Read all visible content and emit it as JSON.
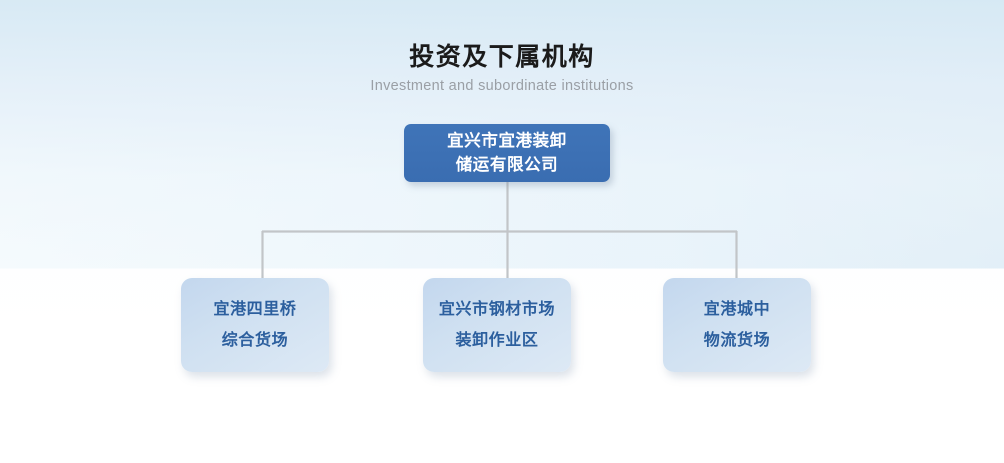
{
  "header": {
    "title": "投资及下属机构",
    "subtitle": "Investment and subordinate institutions"
  },
  "org_chart": {
    "root": {
      "name": "宜兴市宜港装卸储运有限公司",
      "lines": [
        "宜兴市宜港装卸",
        "储运有限公司"
      ],
      "box_color": "#3a6db1",
      "text_color": "#ffffff"
    },
    "children": [
      {
        "name": "宜港四里桥综合货场",
        "lines": [
          "宜港四里桥",
          "综合货场"
        ],
        "box_color": "#cbdcf0",
        "text_color": "#2c5f9e"
      },
      {
        "name": "宜兴市钢材市场装卸作业区",
        "lines": [
          "宜兴市钢材市场",
          "装卸作业区"
        ],
        "box_color": "#cbdcf0",
        "text_color": "#2c5f9e"
      },
      {
        "name": "宜港城中物流货场",
        "lines": [
          "宜港城中",
          "物流货场"
        ],
        "box_color": "#cbdcf0",
        "text_color": "#2c5f9e"
      }
    ],
    "connector_color": "#c2c5c8"
  },
  "theme": {
    "background_top": "#dcecf6",
    "background_bottom": "#ffffff",
    "accent": "#3a6db1"
  }
}
